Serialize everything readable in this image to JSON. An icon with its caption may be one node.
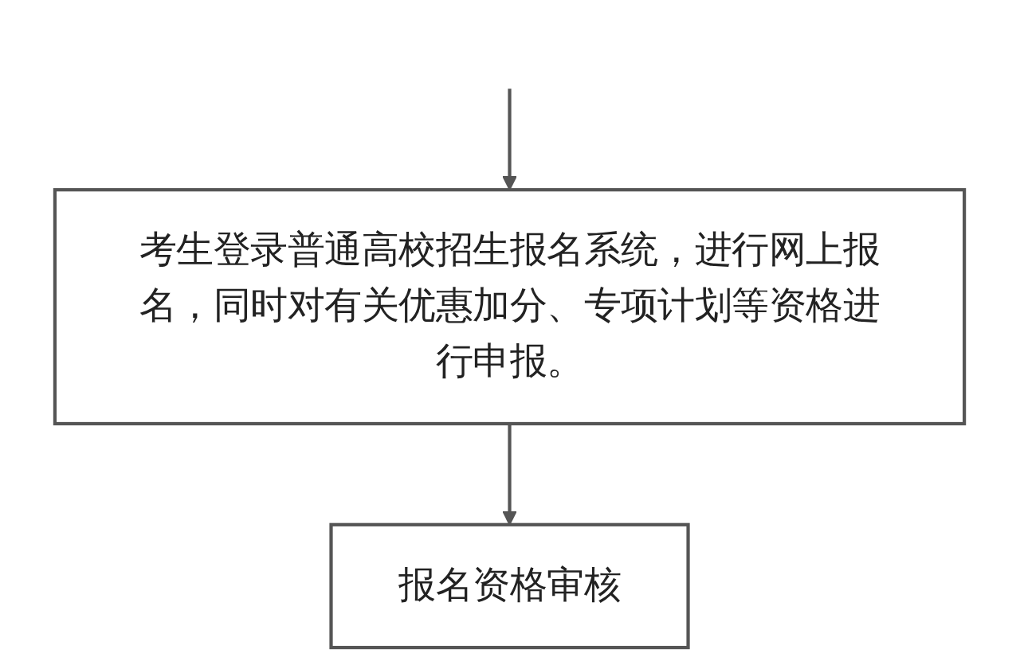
{
  "diagram": {
    "nodes": [
      {
        "text": [
          "考生登录普通高校招生报名系统，进行网上报名，同时对有关优惠加分、专项计划等资格进行申报。"
        ]
      },
      {
        "text": [
          "报名资格审核"
        ]
      }
    ],
    "edges": [
      {
        "from": null,
        "to": 0,
        "arrow": "to"
      },
      {
        "from": 0,
        "to": 1,
        "arrow": "to"
      }
    ]
  }
}
